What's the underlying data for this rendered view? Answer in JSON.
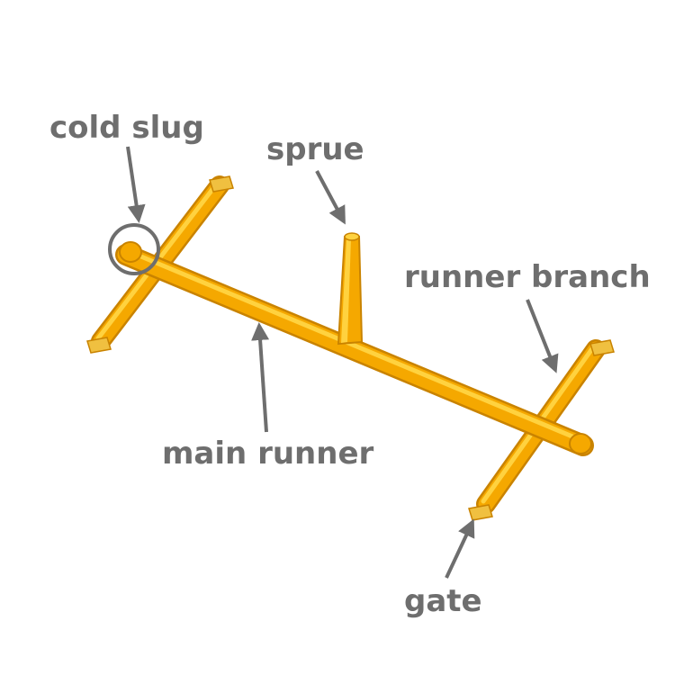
{
  "labels": {
    "cold_slug": "cold slug",
    "sprue": "sprue",
    "runner_branch": "runner branch",
    "main_runner": "main runner",
    "gate": "gate"
  },
  "colors": {
    "runner_fill": "#F5A800",
    "runner_highlight": "#FFD23F",
    "runner_shadow": "#C98300",
    "gate_fill": "#F0C040",
    "label_text": "#6E6E6E",
    "arrow": "#6E6E6E"
  }
}
